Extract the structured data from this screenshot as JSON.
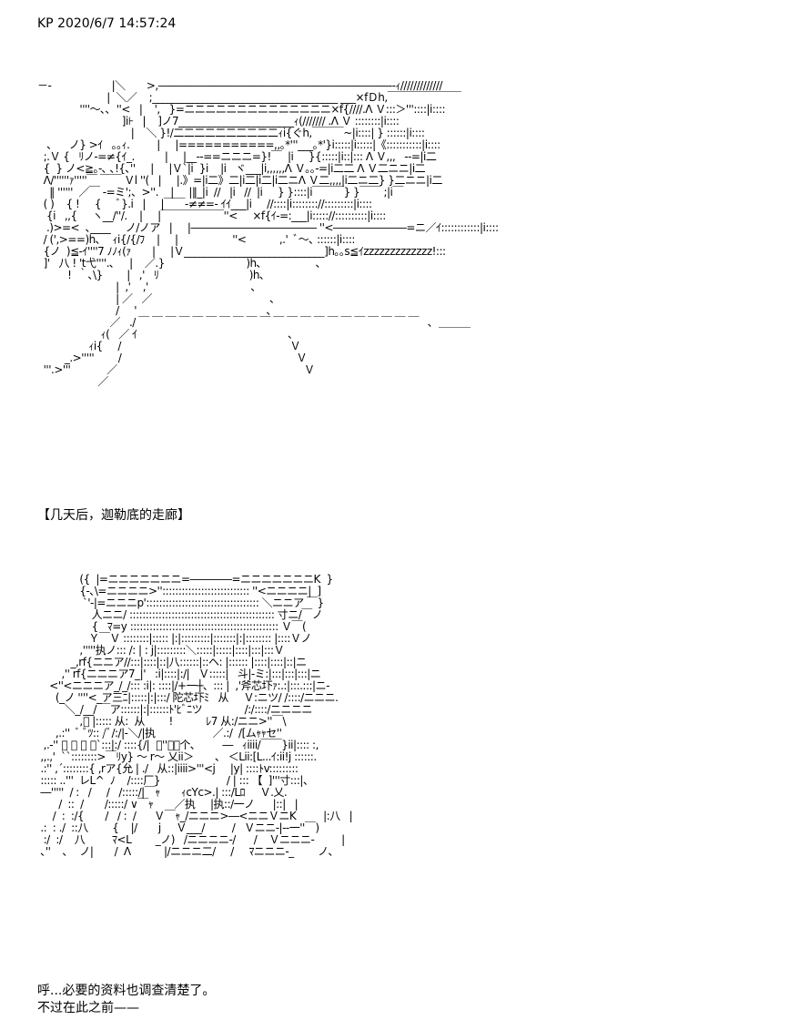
{
  "header": {
    "timestamp": "KP 2020/6/7 14:57:24"
  },
  "scene1": {
    "art": "－-                    |＼       >,――――――――――――――――――――――‐-ｨ/////////////\n                       |  ＼／    ;_____________________________________ ___×fＤh,￣￣￣￣￣￣￣\n              ''''〜､､  ''<   |    ',   }=ニニニニニニニニニニニニニニ×f{////.Λ Ｖ:::＞'''::::|i::::\n                            ]i⊦   |    ]ノ7_______________________ｨ(/////// .Λ Ｖ ::::::::|i::::\n                               |    ＼ }!/二二二二二二二二二二ｨi{ぐh,￣￣￣~|i::::| } ::::::|i::::\n   、    ノ} >ｲ   ｡｡ｨ.         |     |===========,,｡*'''___｡*'}i:::::|i:::::|《:::::::::::|i::::\n  ;.Ｖ {   ﾘノ-=≠{ｲ_.          |     |__--==ニニニ=}!￣  |i     }{:::::|i::|::: Λ Ｖ,,,   --=|i二\n  {  } ノ<≧｡-､ ､!{､''     |     |Ｖ`|i  }i    |i   ヾ___|i,,,,,,Λ Ｖ｡｡-=|i二二 Λ Ｖ二ニニ|i二\n  Λ/''''''ｧ'''''￣ ￣￣ Ｖl ''(   |     |.》=|i二》二|i二|i二|i二ニΛ Ｖ二,,,,|i二ニ二} }二ニニ|i二\n    ‖ ''''''  ／￣ -=ミ';、>''.    |     |‖_|i  //   |i   //  |i     } }::::|i￣￣￣} }￣￣ ;|i￣\n  ( )    { !     {     ﾞ}.i   |     |￣￣-≠≠=- ｲｲ___|i     //::::|i:::::::://:::::::::|i::::\n   {i   ,,{     ヽ__/''/.    |     |￣￣￣￣￣￣''<     ×f{ｲ-=:___|i::::://::::::::::|i::::\n   .)>=<  ､____     ノ/ノア   |     |―――――――――――― ''<―――――――=ニ／ｲ::::::::::::|i::::\n  / (',>==)h､    ｨi{/{/ﾌ    |     |                  ''<           ,.'  ﾞ〜､ ::::::|i::::\n  {ノ  )≦-ｲ''''7 ﾉﾉｨ(ｧ       |     |Ｖ____________________________]h｡｡s≦ｲzzzzzzzzzzzzz!:::\n  ]'   八 ! 't弋''''.､     |    ／.}                           )h､                  ､\n          !  ｀､\\}        |   ,'   ﾘ                              )h､\n                          |  ,'    ,'                                  ､\n                          | ／   ／                                       ､\n                          /     '                                           ､\n                        ／   ./ ￣ ￣ ￣ ￣ ￣ ￣ ￣ ￣ ￣ ￣ ￣ ￣ ￣ ￣ ￣ ￣ ￣ ￣ ￣ ￣ ￣   ､  ＿＿＿\n                     ｨ(   ／ ｲ                                                  ､\n                 ｨi{     /                                                        Ｖ\n         _.>'''''        /                                                          Ｖ\n  '''.>'''            ／                                                              Ｖ\n                    ／"
  },
  "caption1": "【几天后，迦勒底的走廊】",
  "scene2": {
    "art": "              ({  |=ニニニニニニニ=――――=ニニニニニニニK  }\n              {-､\\=ニニニニ>''::::::::::::::::::::::::::: ''<ニニニニ|  ]\n               `'-|=ニニニp'::::::::::::::::::::::::::::::::::: ＼ニニア ￣}\n                  人ニニ/ ::::::::::::::::::::::::::::::::::::::::::::: 寸ニ/￣ノ\n                  {   ﾏ=y :::::::::::::::::::::::::::::::::::::::::::::: Ｖ￣(\n                 Ｙ￣Ｖ ::::::::|::::: |:|:::::::::|:::::::|:|:::::::: |::::Ｖノ\n              ,'''''执ノ::: /: | : j|:::::::::＼:::::|:::::|::::|:::|:::Ｖ\n           _,rf{ニニア//:::|::::|::|八::::::|::ヘ: |:::::: |::::|::::|::|ニ\n        ,'' rf{ニニニア7_|'   :i|::::|:/|   Ｖ:::::|   斗|-ミ:|:::|:::|:::|ニ\n    <''<ニニニア_/_/::: :i|: ::::|/+一┼、::: |  ,'斧芯圷ｧ:.:|:::.:::|ニ-\n      (_ノ ''''<_ア三ﾆ|:::::|:|:::/ 陀芯圷ﾐ   从     Ｖ:ニツ/ /::::/ニニニ.\n         ＼_/__/ ￣ア::::::|:|::::::ﾄ'ﾋﾞﾆツ              /:/::::/ニニニニ\n              ,ﾞ |::::: 从:  从        !           ﾚ7 从:/ニニ>''￣\\\n      ,.:''  ﾞ ﾞﾂ:: /ﾞ/:/|-＼/|执                   ／.:/  /[ムｬｬセ''\n  ,.-'' ﾞ ﾞ ﾞ ﾞ`:::|:/ ::::{/|  ﾞ''ﾞ＼个､         ―   ｨiiii/￣￣}ii|:::: :,\n ,,.,'  ``::::::::>￣ﾘy} 〜 r〜 乂ii＞       、 ＜Lii:[L...ｲ:ii!j ::::::.\n .:'' ,´::::::::{ ,rア{允 | ./   从::|iiii>'''<j     |y| ::::ﾄv:::::::::\n ::::: ..'''  レL^  ﾉ    /::::厂}                      / | ::: 【  ]'''寸:::|、\n ―'''''  / :   /     /   /:::::/|￣ｬ       ｨcYc>.| :::/Lﾛ     Ｖ.乂.\n       /  ::  /       /:::::/ ∨￣ｬ       ／执     |执::/一ノ      |::|   |\n     /  :  :/{       /   / :  /      Ｖ￣ｬ_/ニニニ>―<ニニＶニK         |:八   |\n .:  : ./  ::八        {    |/       j     Ｖ___/         /   Ｖニニ-|--一''￣)\n  :/  :/    八         ﾏ<L        _ノ)   /ニニニニ-/      /    Ｖニニニ-         |\n ､''    ､    ノ|       /  Λ           |/ニニニ二/     /     ﾏニニニ-_        ノ、"
  },
  "caption2": "呼...必要的资料也调查清楚了。",
  "caption3": "不过在此之前——"
}
